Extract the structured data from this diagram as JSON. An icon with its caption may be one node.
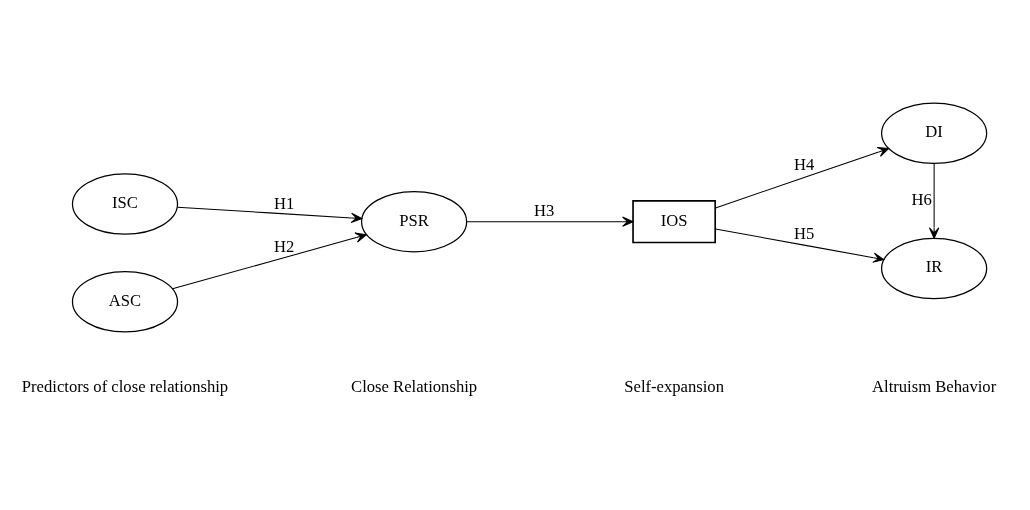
{
  "diagram": {
    "nodes": [
      {
        "text": [
          "ISC"
        ]
      },
      {
        "text": [
          "ASC"
        ]
      },
      {
        "text": [
          "PSR"
        ]
      },
      {
        "text": [
          "IOS"
        ]
      },
      {
        "text": [
          "DI"
        ]
      },
      {
        "text": [
          "IR"
        ]
      }
    ],
    "edges": [
      {
        "from": 0,
        "to": 2,
        "arrow": "to",
        "label": "H1"
      },
      {
        "from": 1,
        "to": 2,
        "arrow": "to",
        "label": "H2"
      },
      {
        "from": 2,
        "to": 3,
        "arrow": "to",
        "label": "H3"
      },
      {
        "from": 3,
        "to": 4,
        "arrow": "to",
        "label": "H4"
      },
      {
        "from": 3,
        "to": 5,
        "arrow": "to",
        "label": "H5"
      },
      {
        "from": 4,
        "to": 5,
        "arrow": "to",
        "label": "H6"
      }
    ],
    "labels": [
      "Predictors of close relationship",
      "Close Relationship",
      "Self-expansion",
      "Altruism Behavior"
    ]
  }
}
